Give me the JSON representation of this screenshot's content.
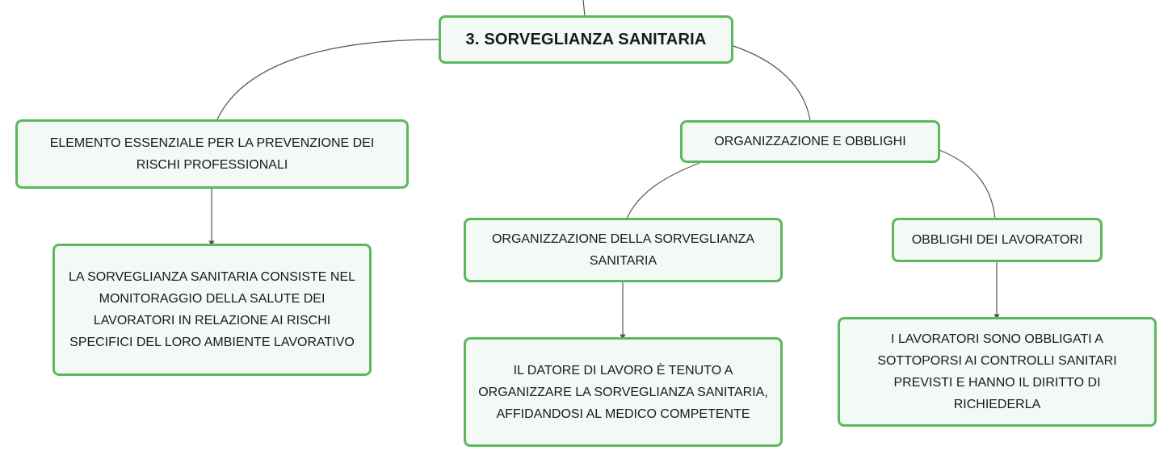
{
  "colors": {
    "node_border": "#5cb85c",
    "node_fill": "#f3f9f4",
    "connector": "#555555",
    "text": "#1a1a1a"
  },
  "root": {
    "label": "3. SORVEGLIANZA SANITARIA"
  },
  "branches": [
    {
      "label": "ELEMENTO ESSENZIALE PER LA PREVENZIONE DEI RISCHI PROFESSIONALI",
      "children": [
        {
          "label": "LA SORVEGLIANZA SANITARIA CONSISTE NEL MONITORAGGIO DELLA SALUTE DEI LAVORATORI IN RELAZIONE AI RISCHI SPECIFICI DEL LORO AMBIENTE LAVORATIVO"
        }
      ]
    },
    {
      "label": "ORGANIZZAZIONE E OBBLIGHI",
      "children": [
        {
          "label": "ORGANIZZAZIONE DELLA SORVEGLIANZA SANITARIA",
          "children": [
            {
              "label": "IL DATORE DI LAVORO È TENUTO A ORGANIZZARE LA SORVEGLIANZA SANITARIA, AFFIDANDOSI AL MEDICO COMPETENTE"
            }
          ]
        },
        {
          "label": "OBBLIGHI DEI LAVORATORI",
          "children": [
            {
              "label": "I LAVORATORI SONO OBBLIGATI A SOTTOPORSI AI CONTROLLI SANITARI PREVISTI E HANNO IL DIRITTO DI RICHIEDERLA"
            }
          ]
        }
      ]
    }
  ]
}
